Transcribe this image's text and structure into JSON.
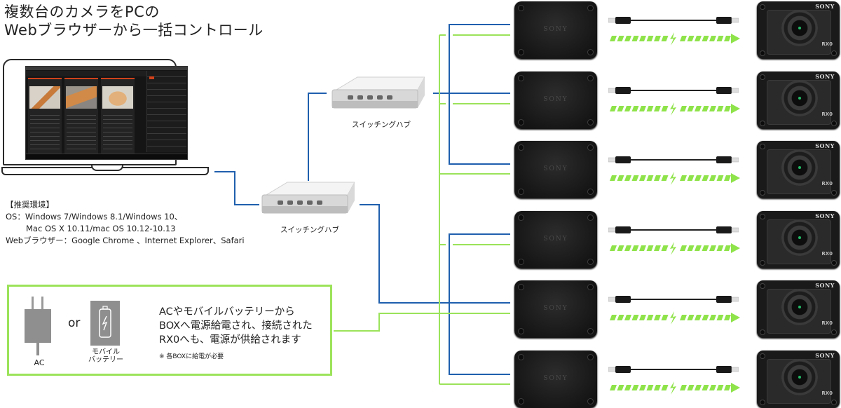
{
  "title": {
    "line1": "複数台のカメラをPCの",
    "line2": "Webブラウザーから一括コントロール"
  },
  "requirements": {
    "heading": "【推奨環境】",
    "os_line1": "OS：Windows 7/Windows 8.1/Windows 10、",
    "os_line2": "Mac OS X 10.11/mac OS 10.12-10.13",
    "browser_line": "Webブラウザー：Google Chrome 、Internet Explorer、Safari"
  },
  "hubs": [
    {
      "label": "スイッチングハブ",
      "position": "upper"
    },
    {
      "label": "スイッチングハブ",
      "position": "lower"
    }
  ],
  "power": {
    "ac_label": "AC",
    "or_label": "or",
    "battery_label_line1": "モバイル",
    "battery_label_line2": "バッテリー",
    "description_line1": "ACやモバイルバッテリーから",
    "description_line2": "BOXへ電源給電され、接続された",
    "description_line3": "RX0へも、電源が供給されます",
    "note": "※ 各BOXに給電が必要"
  },
  "devices": {
    "box_brand": "SONY",
    "camera_brand": "SONY",
    "camera_model": "RX0",
    "row_count": 6
  },
  "colors": {
    "network_line": "#1f5fae",
    "power_line": "#9be35a",
    "power_arrow": "#8fe34a"
  }
}
